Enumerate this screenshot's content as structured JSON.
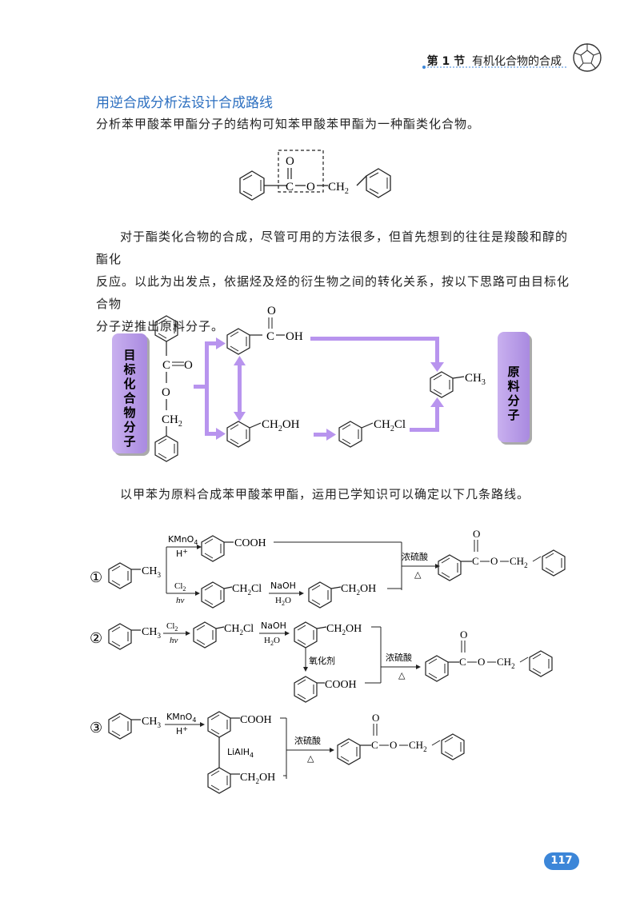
{
  "header": {
    "section_label": "第 1 节",
    "section_title": "有机化合物的合成"
  },
  "heading": "用逆合成分析法设计合成路线",
  "paragraph_1": "分析苯甲酸苯甲酯分子的结构可知苯甲酸苯甲酯为一种酯类化合物。",
  "paragraph_2_lines": [
    "对于酯类化合物的合成，尽管可用的方法很多，但首先想到的往往是羧酸和醇的酯化",
    "反应。以此为出发点，依据烃及烃的衍生物之间的转化关系，按以下思路可由目标化合物",
    "分子逆推出原料分子。"
  ],
  "paragraph_3": "以甲苯为原料合成苯甲酸苯甲酯，运用已学知识可以确定以下几条路线。",
  "ester_structure": {
    "o": "O",
    "c": "C",
    "o_link": "O",
    "ch2": "CH",
    "sub2": "2"
  },
  "retro_diagram": {
    "target_label": [
      "目",
      "标",
      "化",
      "合",
      "物",
      "分",
      "子"
    ],
    "raw_label": [
      "原",
      "料",
      "分",
      "子"
    ],
    "target_c": "C",
    "target_o_double": "O",
    "target_o": "O",
    "target_ch2": "CH",
    "acid_o": "O",
    "acid_c": "C",
    "acid_oh": "OH",
    "alcohol": "CH",
    "alcohol_tail": "OH",
    "chloride": "CH",
    "chloride_tail": "Cl",
    "toluene_ch3": "CH",
    "sub2": "2",
    "sub3": "3"
  },
  "routes": {
    "r1": {
      "num": "①",
      "start": "CH",
      "kmno4": "KMnO",
      "sub4": "4",
      "h_plus": "H",
      "plus": "+",
      "cooh": "COOH",
      "cl2": "Cl",
      "hv": "hν",
      "ch2cl": "CH",
      "cl": "Cl",
      "naoh": "NaOH",
      "h2o": "H",
      "h2o_o": "O",
      "ch2oh": "CH",
      "oh": "OH",
      "acid_cat": "浓硫酸",
      "heat": "△",
      "prod_o": "O",
      "prod_c": "C",
      "prod_o2": "O",
      "prod_ch2": "CH"
    },
    "r2": {
      "num": "②",
      "start": "CH",
      "cl2": "Cl",
      "hv": "hν",
      "ch2cl": "CH",
      "cl": "Cl",
      "naoh": "NaOH",
      "h2o": "H",
      "h2o_o": "O",
      "ch2oh": "CH",
      "oh": "OH",
      "oxidant": "氧化剂",
      "cooh": "COOH",
      "acid_cat": "浓硫酸",
      "heat": "△",
      "prod_o": "O",
      "prod_c": "C",
      "prod_o2": "O",
      "prod_ch2": "CH"
    },
    "r3": {
      "num": "③",
      "start": "CH",
      "kmno4": "KMnO",
      "sub4": "4",
      "h_plus": "H",
      "plus": "+",
      "cooh": "COOH",
      "lialh4": "LiAlH",
      "ch2oh": "CH",
      "oh": "OH",
      "acid_cat": "浓硫酸",
      "heat": "△",
      "prod_o": "O",
      "prod_c": "C",
      "prod_o2": "O",
      "prod_ch2": "CH"
    }
  },
  "page_number": "117"
}
